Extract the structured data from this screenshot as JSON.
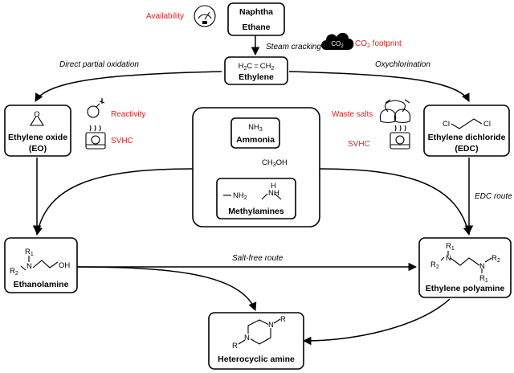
{
  "feedstock": {
    "line1": "Naphtha",
    "line2": "Ethane"
  },
  "ethylene": {
    "formula": "H2C=CH2",
    "name": "Ethylene"
  },
  "eo": {
    "name": "Ethylene oxide",
    "abbr": "(EO)"
  },
  "edc": {
    "formula_cl_left": "Cl",
    "formula_cl_right": "Cl",
    "name": "Ethylene dichloride",
    "abbr": "(EDC)"
  },
  "center": {
    "nh3": "NH3",
    "ammonia": "Ammonia",
    "reagent": "CH3OH",
    "nh2": "NH2",
    "nh": "NH",
    "h": "H",
    "methylamines": "Methylamines"
  },
  "ethanolamine": {
    "name": "Ethanolamine",
    "r1": "R1",
    "r2": "R2",
    "n": "N",
    "oh": "OH"
  },
  "polyamine": {
    "name": "Ethylene polyamine",
    "r1": "R1",
    "r2": "R2",
    "n": "N"
  },
  "heterocyclic": {
    "name": "Heterocyclic amine",
    "r": "R",
    "n": "N"
  },
  "routes": {
    "steam": "Steam cracking",
    "direct": "Direct partial oxidation",
    "oxy": "Oxychlorination",
    "edc_route": "EDC route",
    "salt_free": "Salt-free route"
  },
  "concerns": {
    "availability": "Availability",
    "co2": "CO2 footprint",
    "co2_icon_text": "CO2",
    "reactivity": "Reactivity",
    "svhc_left": "SVHC",
    "waste": "Waste salts",
    "svhc_right": "SVHC"
  },
  "colors": {
    "concern": "#e02020",
    "line": "#000000",
    "box_fill": "#ffffff"
  },
  "icons": [
    "gauge-icon",
    "co2-cloud-icon",
    "explosion-bomb-icon",
    "toxic-hazard-icon",
    "waste-bags-icon",
    "toxic-hazard-icon"
  ]
}
